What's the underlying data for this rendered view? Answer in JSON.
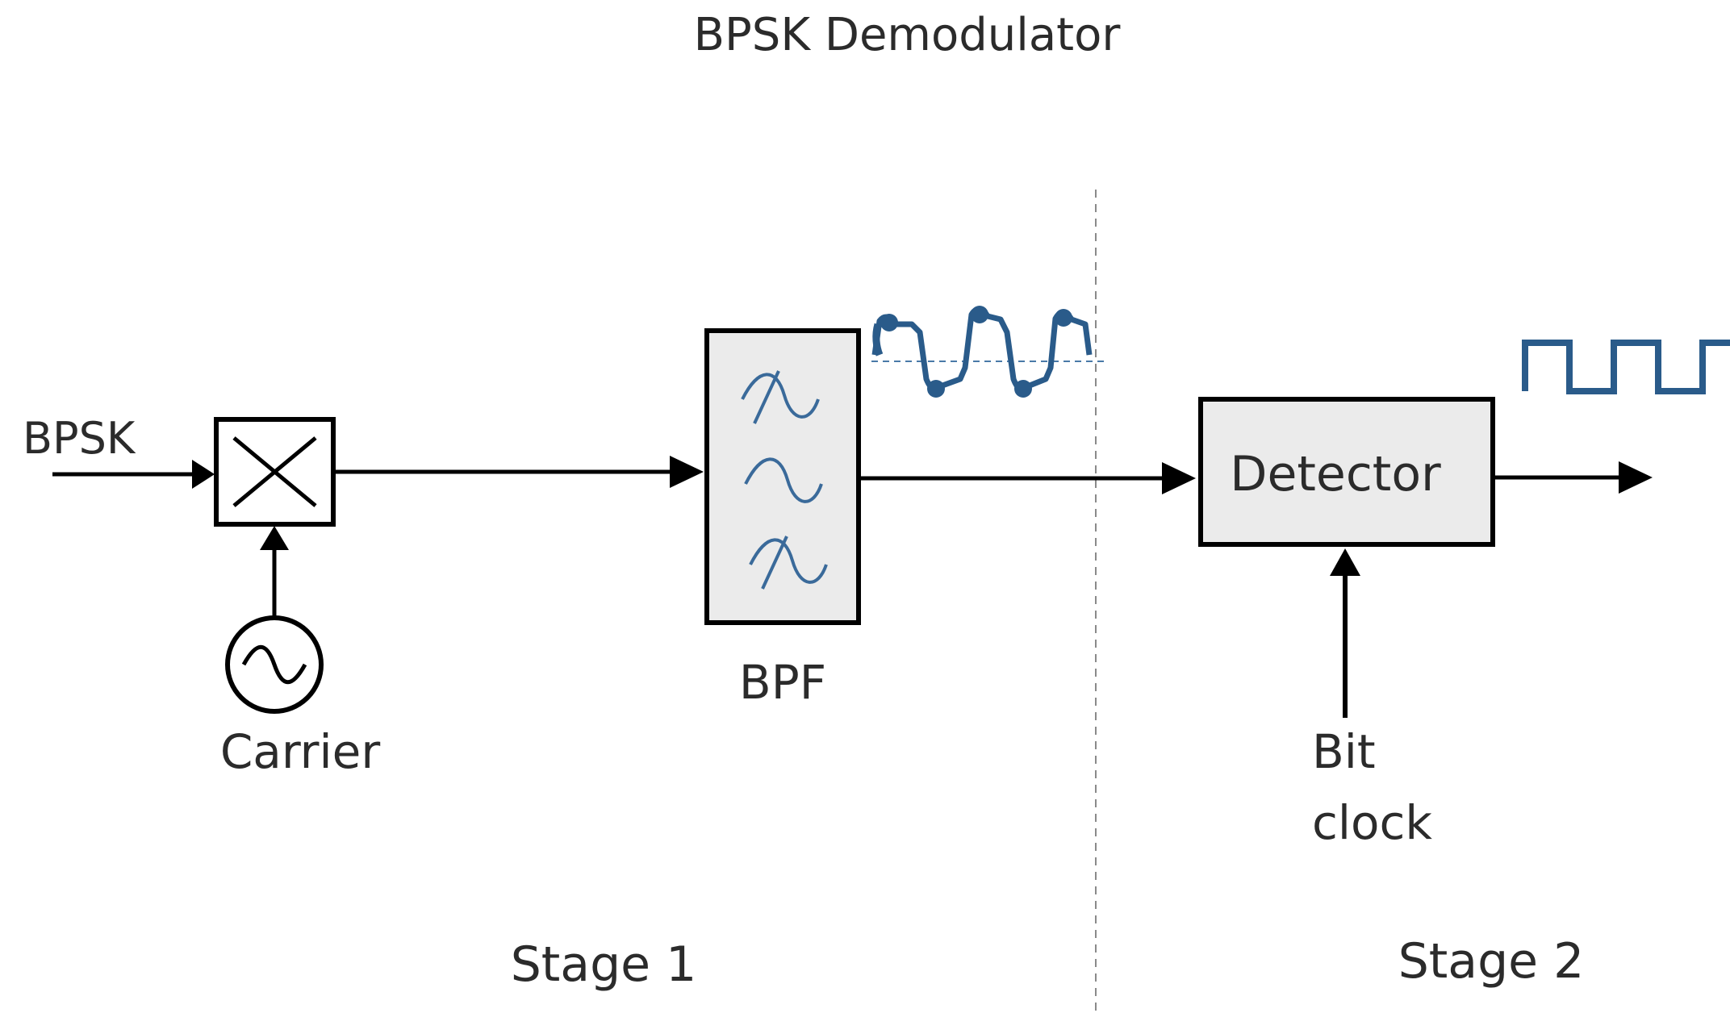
{
  "title": "BPSK Demodulator",
  "labels": {
    "input": "BPSK",
    "carrier": "Carrier",
    "filter": "BPF",
    "detector": "Detector",
    "bit_clock_line1": "Bit",
    "bit_clock_line2": "clock",
    "stage1": "Stage 1",
    "stage2": "Stage 2"
  },
  "colors": {
    "line": "#000000",
    "block_fill": "#ebebeb",
    "waveform": "#2a5b8a",
    "divider": "#8a8a8a"
  },
  "icons": {
    "mixer": "multiply-cross-icon",
    "carrier_source": "sine-source-icon",
    "filter_symbols": "bandpass-filter-icon"
  }
}
